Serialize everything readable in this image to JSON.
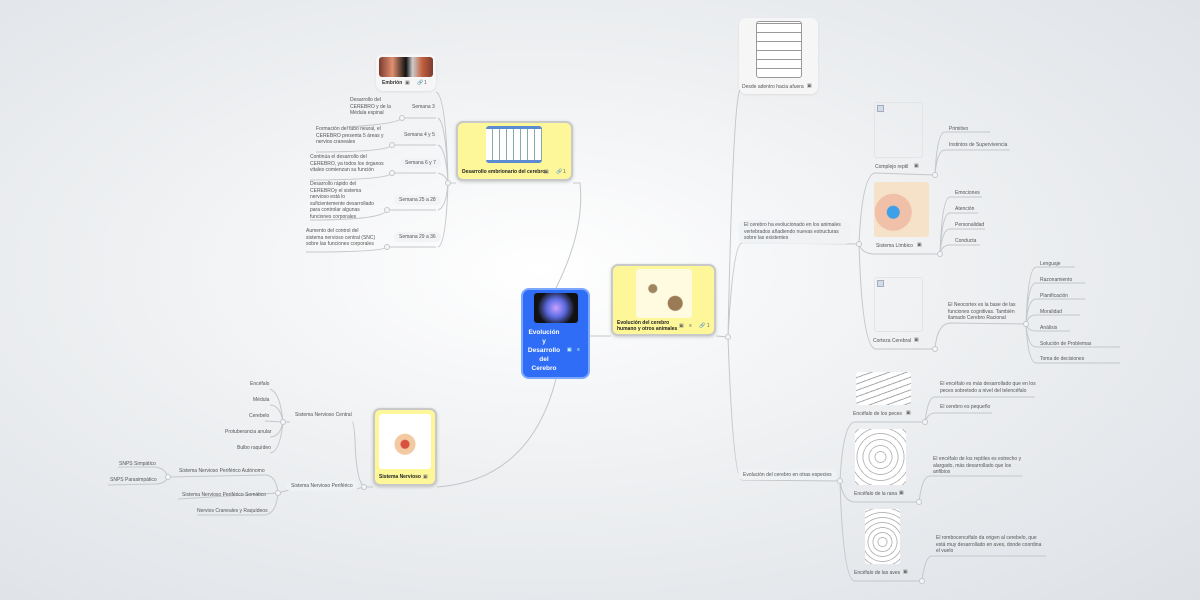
{
  "central": {
    "title": "Evolución y Desarrollo del Cerebro",
    "title_lines": [
      "Evolución",
      "y",
      "Desarrollo",
      "del",
      "Cerebro"
    ]
  },
  "embryo": {
    "title": "Desarrollo embrionario del cerebro",
    "link_count": "1",
    "embrion": {
      "label": "Embrión",
      "link_count": "1"
    },
    "weeks": [
      {
        "label": "Semana 3",
        "desc": "Desarrollo del CEREBRO y de la Médula espinal"
      },
      {
        "label": "Semana 4 y 5",
        "desc": "Formación del tubo neural, el CEREBRO presenta 5 áreas y nervios craneales"
      },
      {
        "label": "Semana 6 y 7",
        "desc": "Continúa el desarrollo del CEREBRO, ya todos los órganos vitales comienzan su función"
      },
      {
        "label": "Semana 25 a 28",
        "desc": "Desarrollo rápido del CEREBROy el sistema nervioso está lo suficientemente desarrollado para controlar algunas funciones corporales"
      },
      {
        "label": "Semana 29 a 36",
        "desc": "Aumento del control del sistema nervioso central (SNC) sobre las funciones corporales"
      }
    ]
  },
  "nervous": {
    "title": "Sistema Nervioso",
    "central": {
      "label": "Sistema Nervioso Central",
      "items": [
        "Encéfalo",
        "Médula",
        "Cerebelo",
        "Protuberancia anular",
        "Bulbo raquídeo"
      ]
    },
    "peripheral": {
      "label": "Sistema Nervioso Periférico",
      "autonomo": {
        "label": "Sistema Nervioso Periférico Autónomo",
        "items": [
          "SNPS Simpático",
          "SNPS Parasimpático"
        ]
      },
      "somatico": "Sistema Nervioso Periférico Somático",
      "nervios": "Nervios Craneales y Raquídeos"
    }
  },
  "evolution": {
    "title": "Evolución del cerebro humano y otros animales",
    "link_count": "1",
    "inside_out": "Desde adentro hacia afuera",
    "added": {
      "text": "El cerebro ha evolucionado en los animales vertebrados añadiendo nuevas estructuras sobre las existentes",
      "reptil": {
        "label": "Complejo reptil",
        "items": [
          "Primitivo",
          "Instintos de Supervivencia"
        ]
      },
      "limbico": {
        "label": "Sistema Límbico",
        "items": [
          "Emociones",
          "Atención",
          "Personalidad",
          "Conducta"
        ]
      },
      "corteza": {
        "label": "Corteza Cerebral",
        "desc": "El Neocortex es la base de las funciones cognitivas. También llamado Cerebro Racional",
        "items": [
          "Lenguaje",
          "Razonamiento",
          "Planificación",
          "Moralidad",
          "Análisis",
          "Solución de Problemas",
          "Toma de decisiones"
        ]
      }
    },
    "species": {
      "text": "Evolución del cerebro en otras especies",
      "peces": {
        "label": "Encéfalo de los peces",
        "items": [
          "El encéfalo es más desarrollado que en los peces sobretodo a nivel del telencéfalo",
          "El cerebro es pequeño"
        ]
      },
      "rana": {
        "label": "Encéfalo de la rana",
        "desc": "El encéfalo de los reptiles es estrecho y alargado, más desarrollado que los anfibios"
      },
      "aves": {
        "label": "Encéfalo de las aves",
        "desc": "El rombocencéfalo da origen al cerebelo, que está muy desarrollado en aves, donde coordina el vuelo"
      }
    }
  },
  "colors": {
    "central": "#2f6df6",
    "topic": "#fdf79a",
    "line": "#c4c7cb"
  }
}
